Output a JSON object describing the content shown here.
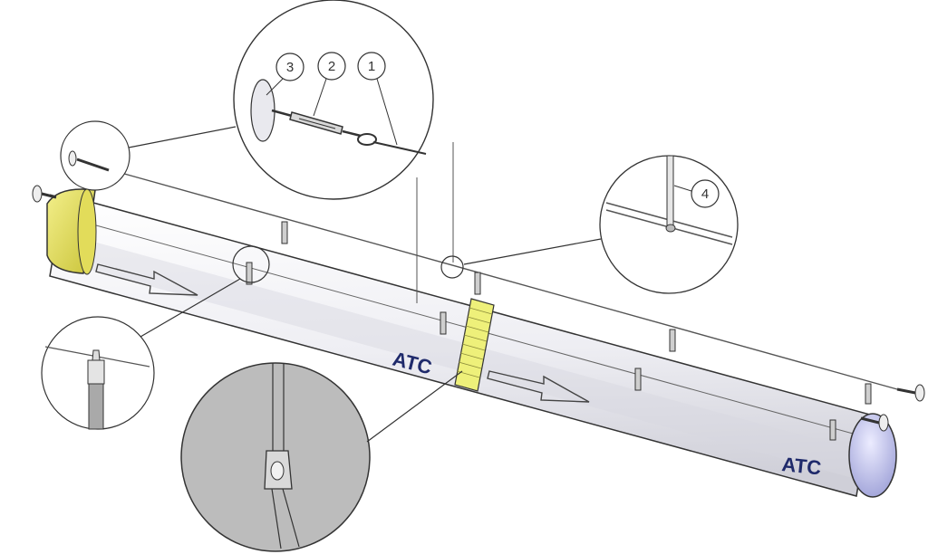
{
  "diagram": {
    "labels": {
      "atc_middle": "ATC",
      "atc_end": "ATC"
    },
    "callouts": [
      {
        "number": "1"
      },
      {
        "number": "2"
      },
      {
        "number": "3"
      },
      {
        "number": "4"
      }
    ],
    "colors": {
      "tube_body": "#f2f2f6",
      "tube_shade": "#c9c9d3",
      "end_cap_yellow": "#e6e15a",
      "band_yellow": "#eef07a",
      "end_cap_lilac": "#b7b9e8",
      "cable": "#555555",
      "detail_fill": "#bcbcbc",
      "brand_text": "#1f2a6b"
    },
    "icons": [
      "flow-arrow-icon",
      "turnbuckle-icon",
      "anchor-plate-icon",
      "hanger-post-icon",
      "strap-clip-icon"
    ]
  }
}
